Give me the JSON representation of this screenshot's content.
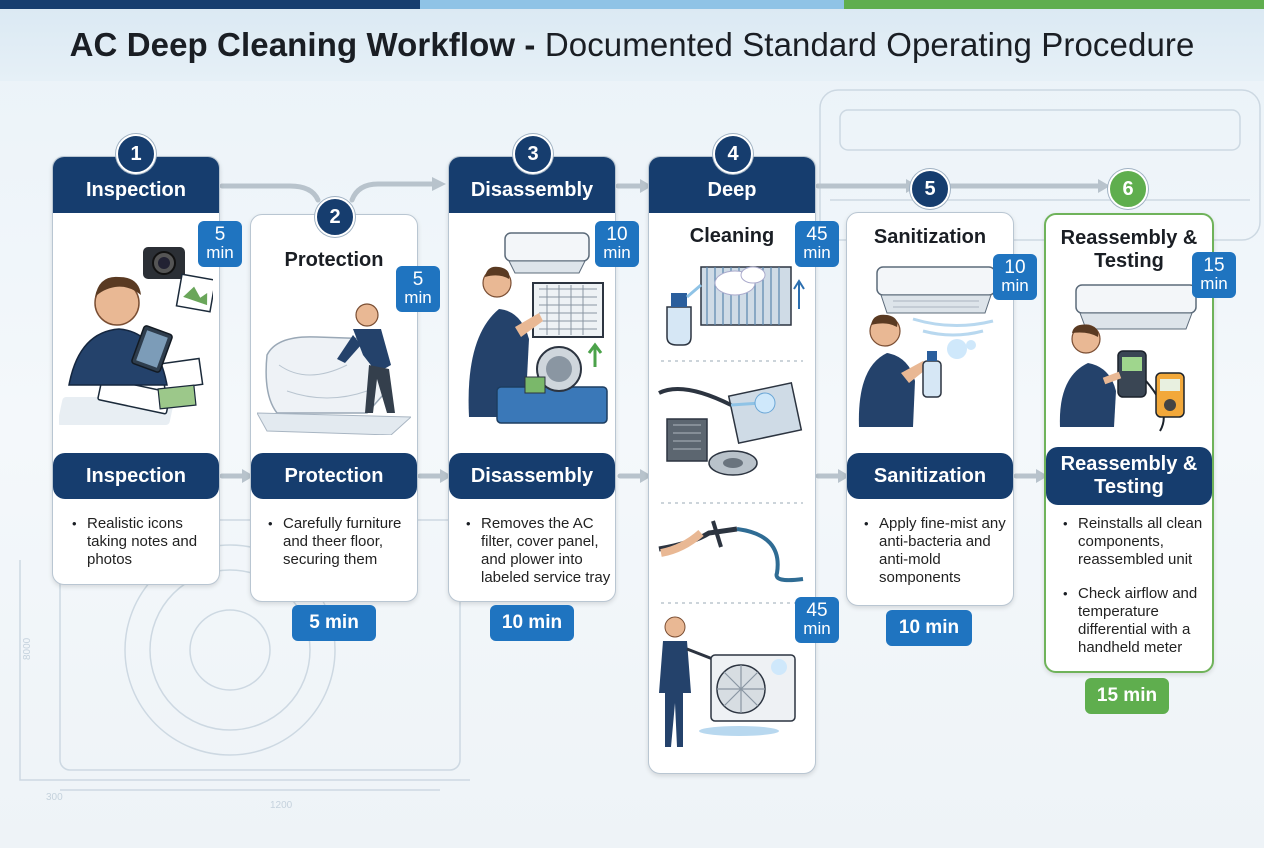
{
  "title": {
    "bold": "AC Deep Cleaning Workflow -",
    "rest": "Documented Standard Operating Procedure"
  },
  "colors": {
    "navy": "#163d6e",
    "blue": "#1f74c0",
    "green": "#5fae4e"
  },
  "steps": [
    {
      "number": "1",
      "header": "Inspection",
      "badge_num": "5",
      "badge_unit": "min",
      "label": "Inspection",
      "bullets": [
        "Realistic icons taking notes and photos"
      ]
    },
    {
      "number": "2",
      "title": "Protection",
      "badge_num": "5",
      "badge_unit": "min",
      "label": "Protection",
      "bullets": [
        "Carefully furniture and theer floor, securing them"
      ],
      "duration": "5 min"
    },
    {
      "number": "3",
      "header": "Disassembly",
      "badge_num": "10",
      "badge_unit": "min",
      "label": "Disassembly",
      "bullets": [
        "Removes the AC filter, cover panel, and plower into labeled service tray"
      ],
      "duration": "10 min"
    },
    {
      "number": "4",
      "header": "Deep",
      "title": "Cleaning",
      "badge_num": "45",
      "badge_unit": "min",
      "badge2_num": "45",
      "badge2_unit": "min"
    },
    {
      "number": "5",
      "title": "Sanitization",
      "badge_num": "10",
      "badge_unit": "min",
      "label": "Sanitization",
      "bullets": [
        "Apply fine-mist any anti-bacteria and anti-mold somponents"
      ],
      "duration": "10 min"
    },
    {
      "number": "6",
      "title": "Reassembly & Testing",
      "badge_num": "15",
      "badge_unit": "min",
      "label": "Reassembly & Testing",
      "bullets": [
        "Reinstalls all clean components, reassembled unit",
        "Check airflow and temperature differential with a handheld meter"
      ],
      "duration": "15 min"
    }
  ]
}
